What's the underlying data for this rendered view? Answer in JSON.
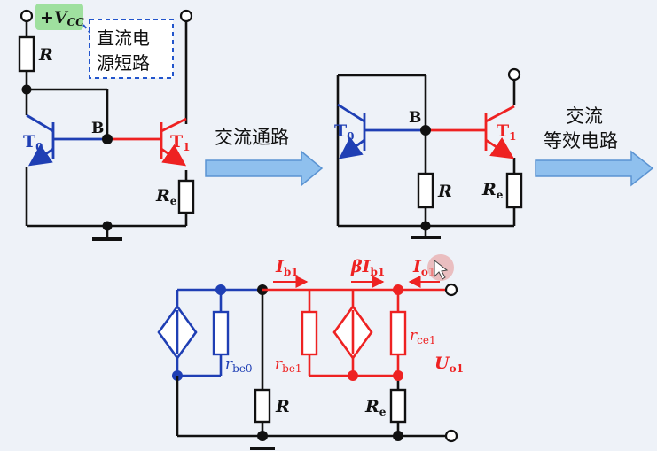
{
  "colors": {
    "black": "#111111",
    "blue": "#1f3fb4",
    "red": "#ee2222",
    "arrow_fill": "#8fc0ee",
    "arrow_stroke": "#5a93d2",
    "vcc_bg": "#9fe09f",
    "callout_border": "#2255cc",
    "cursor": "#e8a8a8"
  },
  "top_left": {
    "vcc_sign": "+V",
    "vcc_sub": "CC",
    "resistor": "R",
    "transistor0": "T",
    "transistor0_sub": "0",
    "node": "B",
    "transistor1": "T",
    "transistor1_sub": "1",
    "emitter_res": "R",
    "emitter_res_sub": "e",
    "callout_line1": "直流电",
    "callout_line2": "源短路"
  },
  "arrow1": {
    "label": "交流通路"
  },
  "top_right": {
    "transistor0": "T",
    "transistor0_sub": "0",
    "node": "B",
    "transistor1": "T",
    "transistor1_sub": "1",
    "resistor": "R",
    "emitter_res": "R",
    "emitter_res_sub": "e"
  },
  "arrow2": {
    "label_line1": "交流",
    "label_line2": "等效电路"
  },
  "equivalent": {
    "ib1": "I",
    "ib1_sub": "b1",
    "beta_ib1": "βI",
    "beta_ib1_sub": "b1",
    "io1": "I",
    "io1_sub": "o1",
    "rbe0": "r",
    "rbe0_sub": "be0",
    "rbe1": "r",
    "rbe1_sub": "be1",
    "rce1": "r",
    "rce1_sub": "ce1",
    "uo1": "U",
    "uo1_sub": "o1",
    "resistor": "R",
    "emitter_res": "R",
    "emitter_res_sub": "e"
  }
}
